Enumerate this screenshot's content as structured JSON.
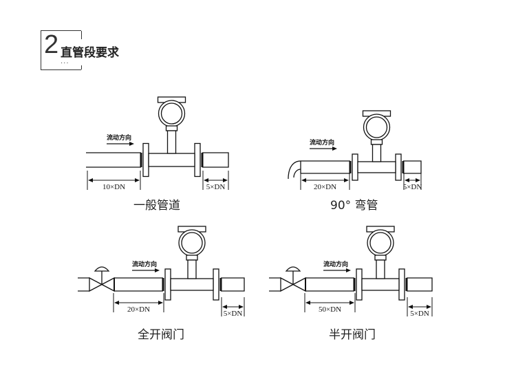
{
  "header": {
    "number": "2",
    "title": "直管段要求",
    "dots": "..."
  },
  "flow_label": "流动方向",
  "diagrams": [
    {
      "caption": "一般管道",
      "upstream": "10×DN",
      "downstream": "5×DN"
    },
    {
      "caption": "90° 弯管",
      "upstream": "20×DN",
      "downstream": "5×DN"
    },
    {
      "caption": "全开阀门",
      "upstream": "20×DN",
      "downstream": "5×DN"
    },
    {
      "caption": "半开阀门",
      "upstream": "50×DN",
      "downstream": "5×DN"
    }
  ]
}
